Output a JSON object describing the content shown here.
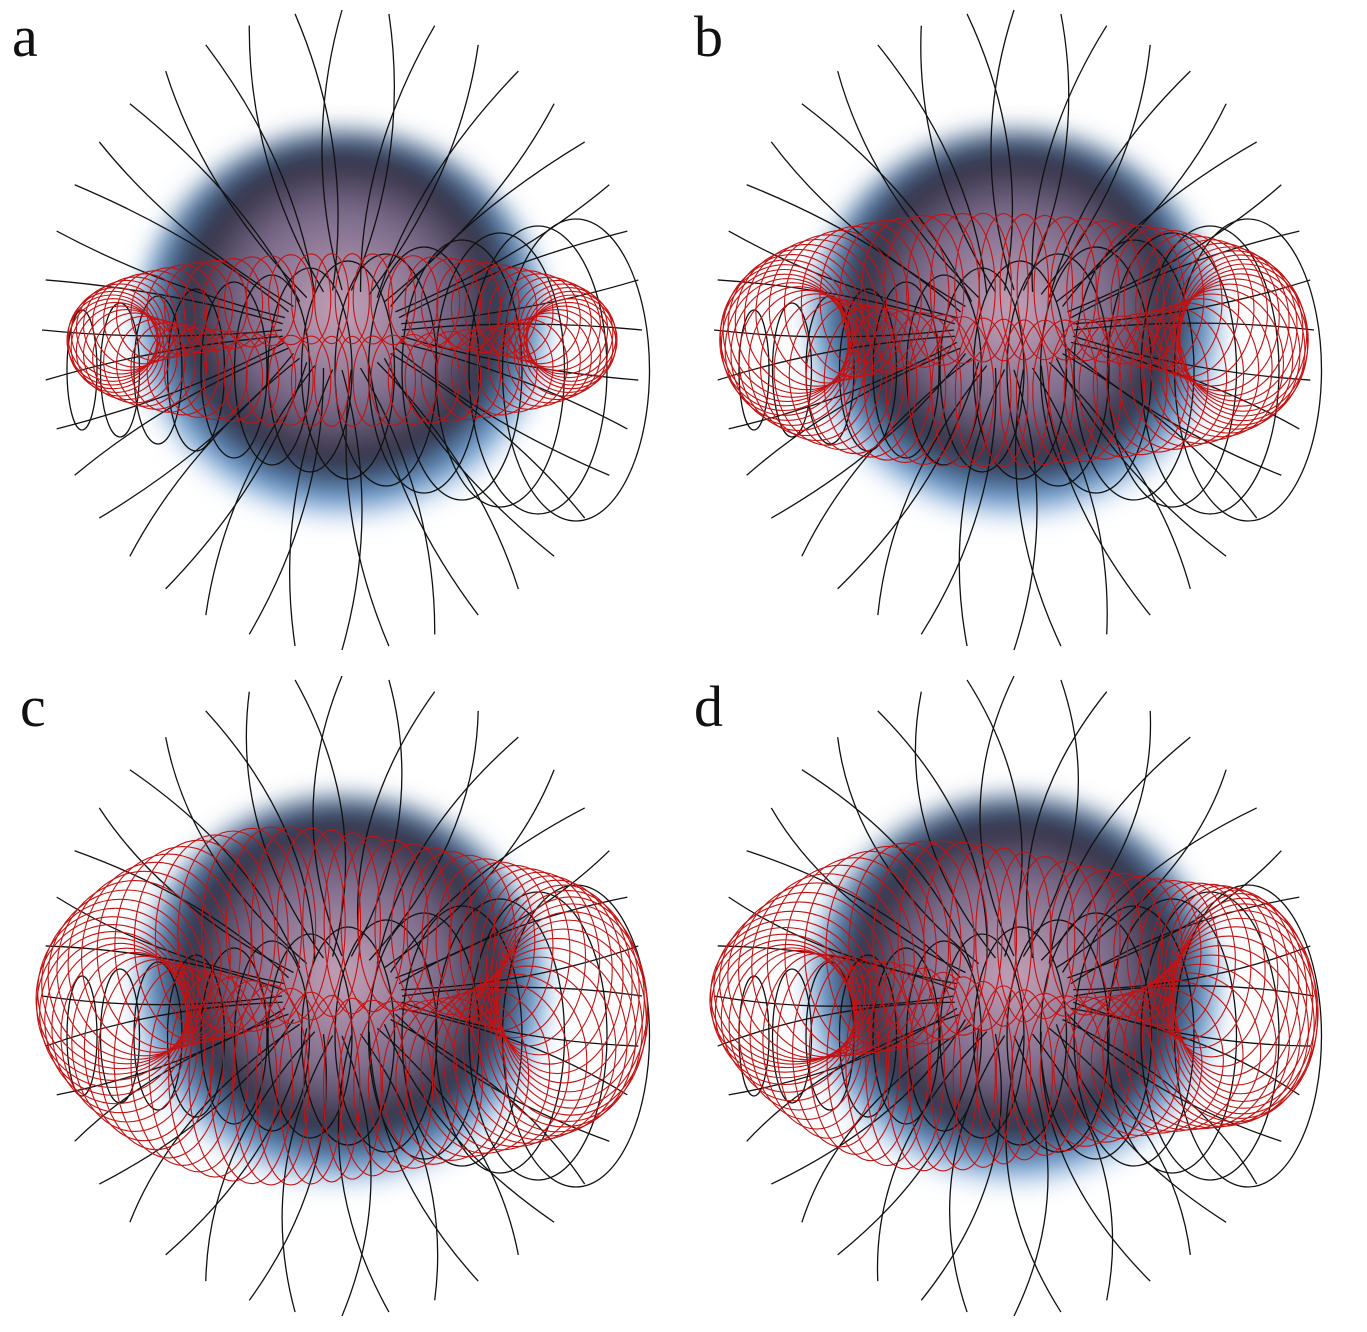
{
  "panels": [
    {
      "label": "a",
      "tilt": 0.0,
      "inflate": 0.0,
      "warp": 0.0
    },
    {
      "label": "b",
      "tilt": 0.05,
      "inflate": 0.35,
      "warp": 0.15
    },
    {
      "label": "c",
      "tilt": 0.18,
      "inflate": 0.55,
      "warp": 0.45
    },
    {
      "label": "d",
      "tilt": 0.12,
      "inflate": 0.5,
      "warp": 0.7
    }
  ],
  "colors": {
    "field_lines": "#111111",
    "twisted_lines": "#c41212",
    "star_core": "#7a6a8a",
    "star_outer": "#4f8fd0"
  }
}
